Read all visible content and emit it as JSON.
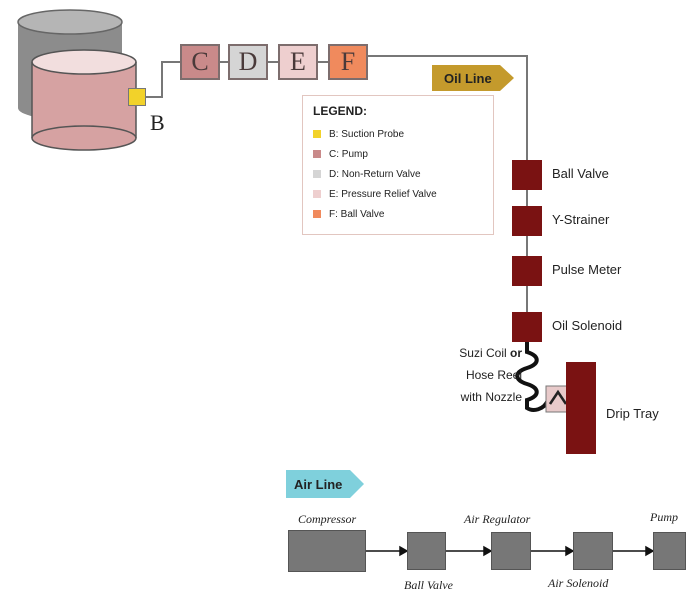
{
  "tanks": {
    "probe_label": "B"
  },
  "components": [
    {
      "id": "C",
      "label": "C",
      "color": "#c98a8a"
    },
    {
      "id": "D",
      "label": "D",
      "color": "#d5d5d5"
    },
    {
      "id": "E",
      "label": "E",
      "color": "#eecfcf"
    },
    {
      "id": "F",
      "label": "F",
      "color": "#f08a5d"
    }
  ],
  "oil_line": {
    "label": "Oil Line",
    "color": "#c49a2c"
  },
  "legend": {
    "title": "LEGEND:",
    "items": [
      {
        "text": "B:  Suction Probe",
        "color": "#f2d22a"
      },
      {
        "text": "C:  Pump",
        "color": "#c98a8a"
      },
      {
        "text": "D:  Non-Return Valve",
        "color": "#d5d5d5"
      },
      {
        "text": "E:  Pressure Relief Valve",
        "color": "#eecfcf"
      },
      {
        "text": "F:  Ball Valve",
        "color": "#f08a5d"
      }
    ]
  },
  "inline_components": [
    {
      "label": "Ball Valve"
    },
    {
      "label": "Y-Strainer"
    },
    {
      "label": "Pulse Meter"
    },
    {
      "label": "Oil Solenoid"
    }
  ],
  "hose": {
    "line1": "Suzi Coil",
    "or": "or",
    "line2": "Hose Reel",
    "line3": "with Nozzle"
  },
  "drip_tray": {
    "label": "Drip Tray"
  },
  "air_line": {
    "label": "Air Line",
    "color": "#7fd0dc",
    "components": [
      {
        "label": "Compressor"
      },
      {
        "label": "Ball Valve"
      },
      {
        "label": "Air Regulator"
      },
      {
        "label": "Air Solenoid"
      },
      {
        "label": "Pump"
      }
    ]
  }
}
